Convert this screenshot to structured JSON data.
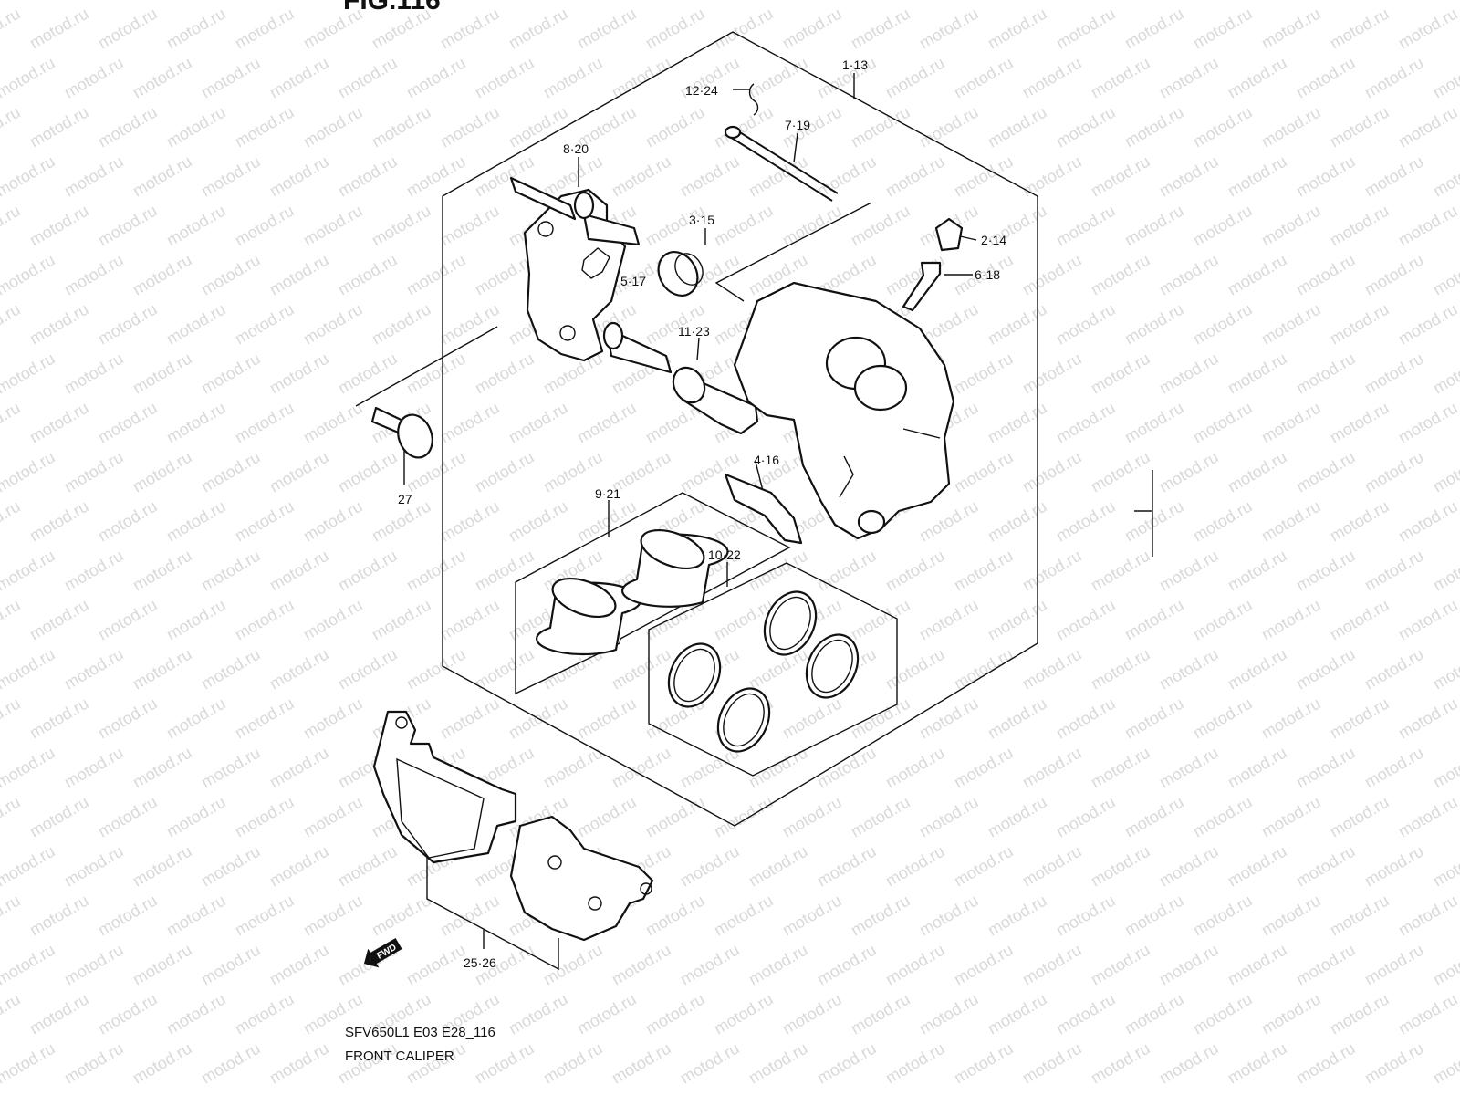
{
  "figure_title": "FIG.116",
  "watermark": "motod.ru",
  "model_code": "SFV650L1 E03 E28_116",
  "diagram_title": "FRONT CALIPER",
  "direction_badge": "FWD",
  "callouts": {
    "c1_13": "1·13",
    "c12_24": "12·24",
    "c7_19": "7·19",
    "c8_20": "8·20",
    "c3_15": "3·15",
    "c2_14": "2·14",
    "c6_18": "6·18",
    "c5_17": "5·17",
    "c11_23": "11·23",
    "c27": "27",
    "c4_16": "4·16",
    "c9_21": "9·21",
    "c10_22": "10·22",
    "c25_26": "25·26"
  }
}
